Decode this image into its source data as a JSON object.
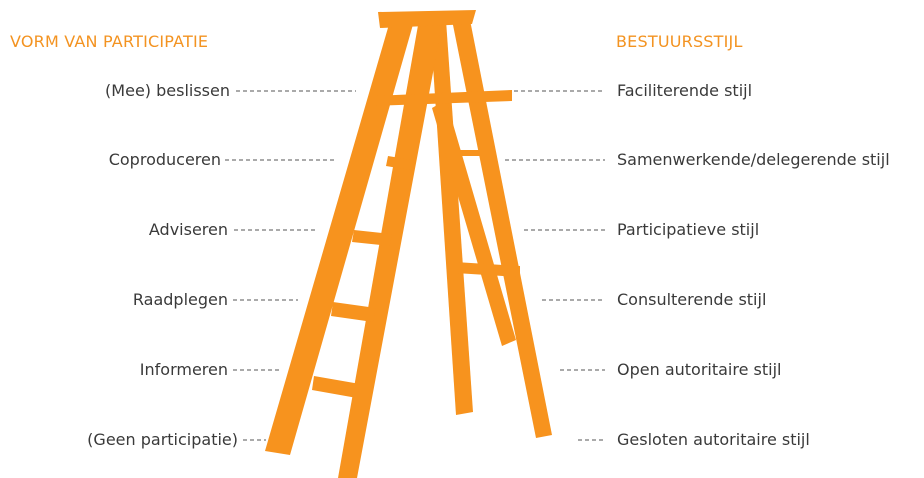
{
  "left_heading": "VORM VAN PARTICIPATIE",
  "right_heading": "BESTUURSSTIJL",
  "participation_levels": [
    "(Mee) beslissen",
    "Coproduceren",
    "Adviseren",
    "Raadplegen",
    "Informeren",
    "(Geen participatie)"
  ],
  "leadership_styles": [
    "Faciliterende stijl",
    "Samenwerkende/delegerende stijl",
    "Participatieve stijl",
    "Consulterende stijl",
    "Open autoritaire stijl",
    "Gesloten autoritaire stijl"
  ],
  "colors": {
    "accent": "#f39321",
    "ladder": "#f7931e",
    "text": "#3a3a3a",
    "dash": "#555555"
  }
}
